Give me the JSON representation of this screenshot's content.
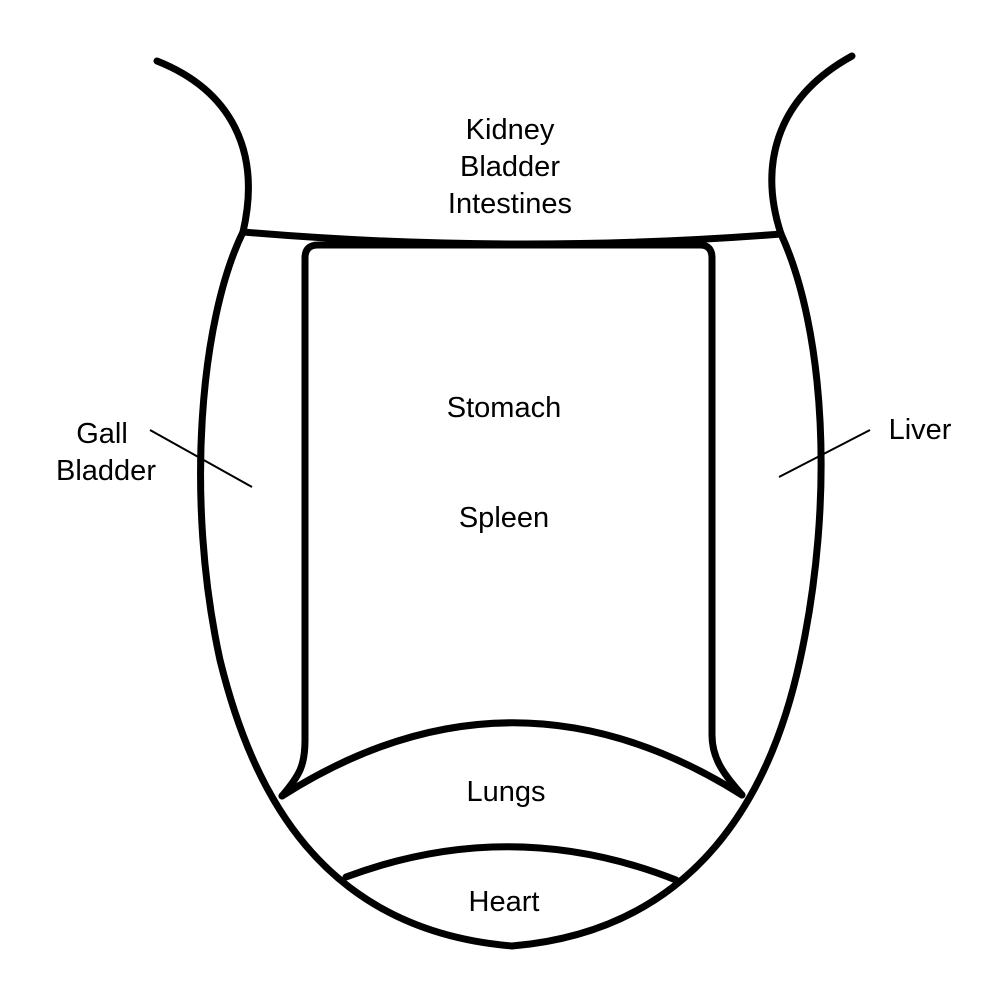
{
  "regions": {
    "top": [
      "Kidney",
      "Bladder",
      "Intestines"
    ],
    "center_upper": "Stomach",
    "center_lower": "Spleen",
    "left": [
      "Gall",
      "Bladder"
    ],
    "right": "Liver",
    "lower": "Lungs",
    "tip": "Heart"
  },
  "colors": {
    "line": "#000000",
    "background": "#ffffff"
  }
}
